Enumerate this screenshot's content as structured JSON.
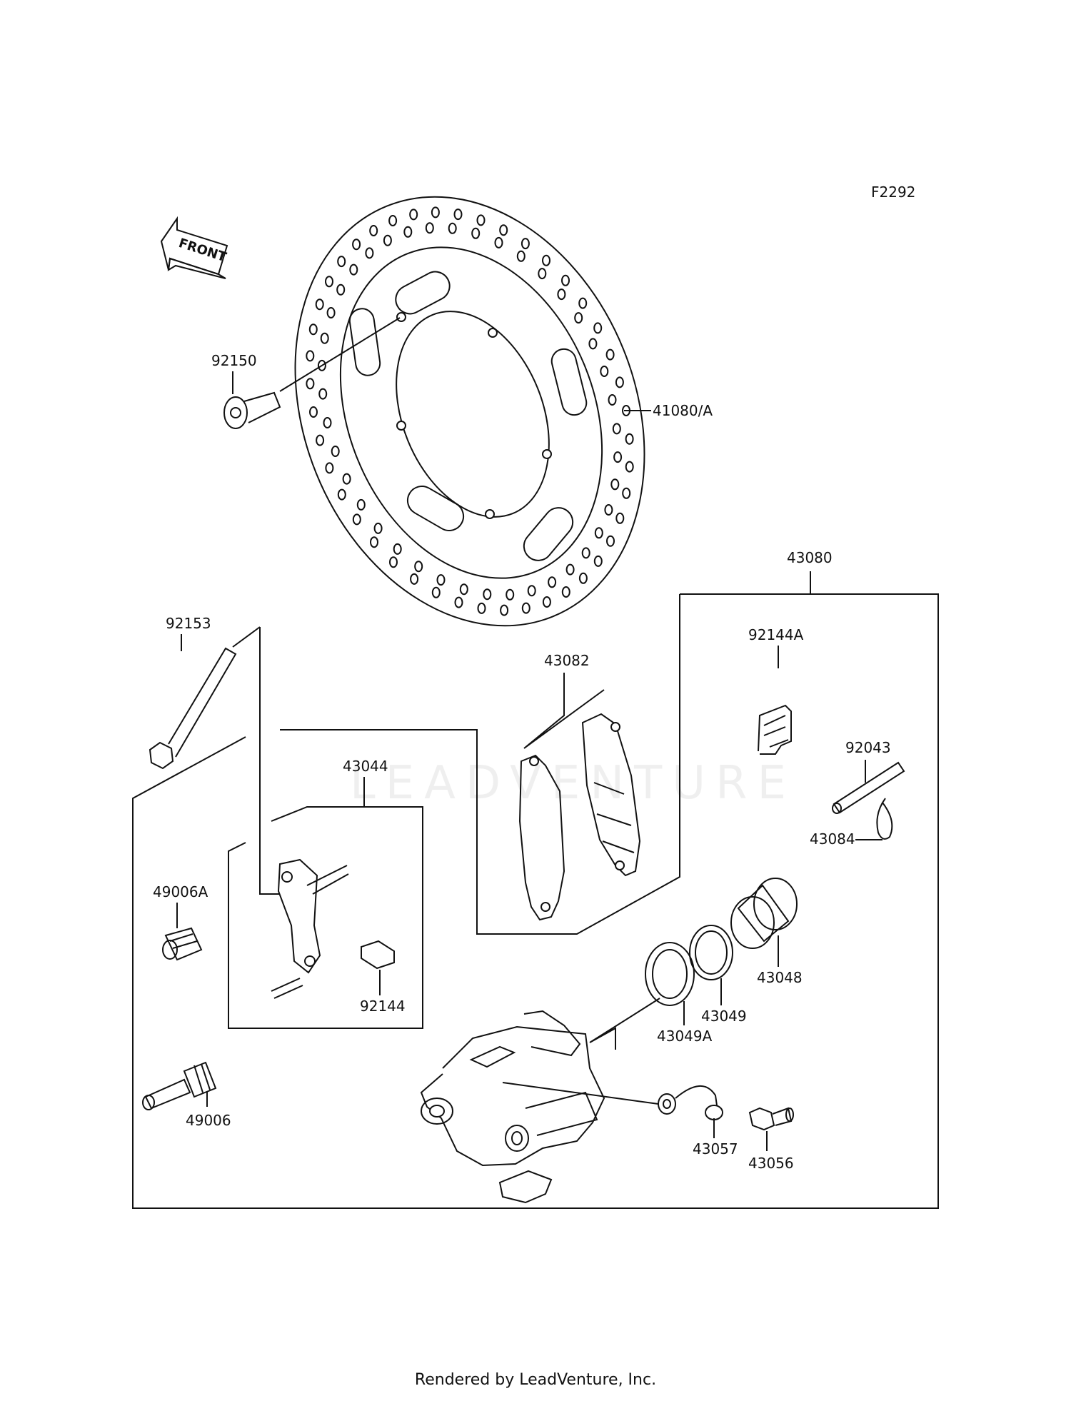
{
  "figure_code": "F2292",
  "direction_label": "FRONT",
  "watermark": "LEADVENTURE",
  "credit": "Rendered by LeadVenture, Inc.",
  "parts": {
    "p92150": "92150",
    "p41080A": "41080/A",
    "p43080": "43080",
    "p92153": "92153",
    "p43082": "43082",
    "p92144A": "92144A",
    "p92043": "92043",
    "p43084": "43084",
    "p43044": "43044",
    "p49006A": "49006A",
    "p92144": "92144",
    "p43048": "43048",
    "p43049": "43049",
    "p43049A": "43049A",
    "p49006": "49006",
    "p43057": "43057",
    "p43056": "43056"
  }
}
